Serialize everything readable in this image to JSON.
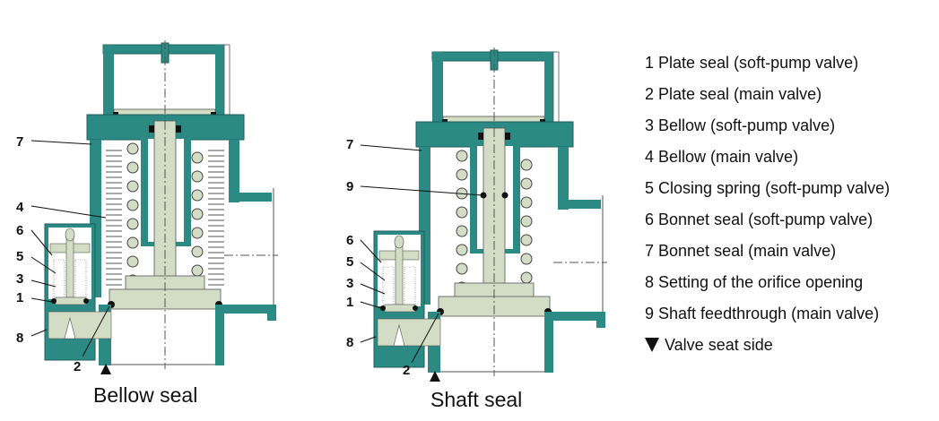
{
  "diagrams": [
    {
      "caption": "Bellow seal",
      "labels": [
        "7",
        "4",
        "6",
        "5",
        "3",
        "1",
        "8",
        "2"
      ]
    },
    {
      "caption": "Shaft seal",
      "labels": [
        "7",
        "9",
        "6",
        "5",
        "3",
        "1",
        "8",
        "2"
      ]
    }
  ],
  "legend": [
    "1 Plate seal (soft-pump valve)",
    "2 Plate seal (main valve)",
    "3 Bellow (soft-pump valve)",
    "4 Bellow (main valve)",
    "5 Closing spring (soft-pump valve)",
    "6 Bonnet seal (soft-pump valve)",
    "7 Bonnet seal (main valve)",
    "8 Setting of the orifice opening",
    "9 Shaft feedthrough (main valve)"
  ],
  "valve_seat_label": "Valve seat side",
  "colors": {
    "body": "#2b8a84",
    "parts": "#d3dcc5",
    "seal": "#111111"
  }
}
